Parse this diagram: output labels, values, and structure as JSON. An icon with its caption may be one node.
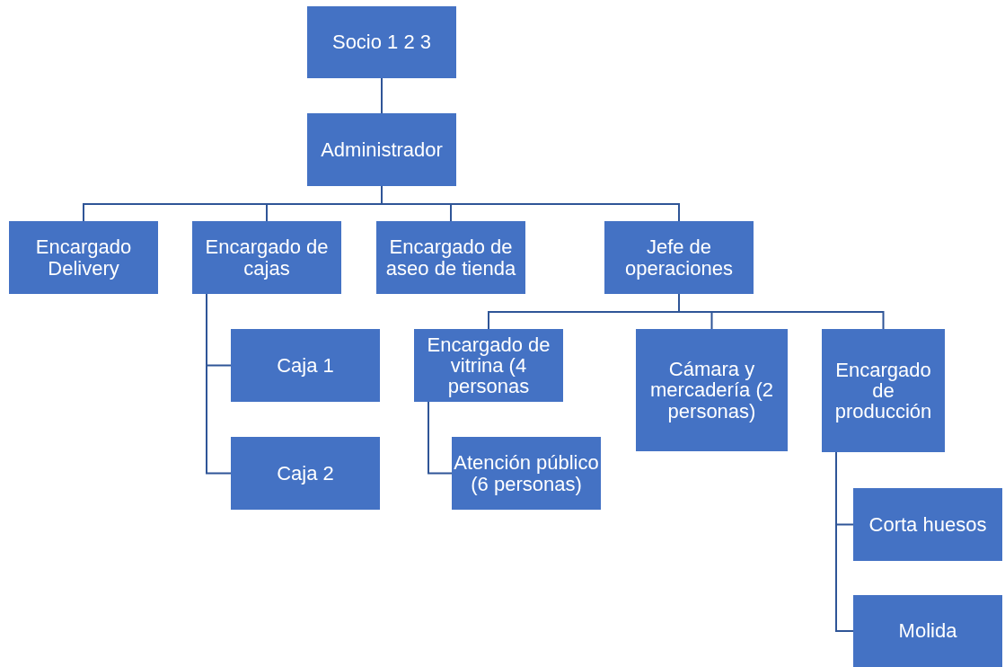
{
  "diagram": {
    "nodes": [
      {
        "text": [
          "Socio 1 2 3"
        ]
      },
      {
        "text": [
          "Administrador"
        ]
      },
      {
        "text": [
          "Encargado Delivery"
        ]
      },
      {
        "text": [
          "Encargado de cajas"
        ]
      },
      {
        "text": [
          "Encargado de aseo de tienda"
        ]
      },
      {
        "text": [
          "Jefe de operaciones"
        ]
      },
      {
        "text": [
          "Caja 1"
        ]
      },
      {
        "text": [
          "Caja 2"
        ]
      },
      {
        "text": [
          "Encargado de vitrina (4 personas"
        ]
      },
      {
        "text": [
          "Cámara y mercadería (2 personas)"
        ]
      },
      {
        "text": [
          "Encargado de producción"
        ]
      },
      {
        "text": [
          "Atención público (6 personas)"
        ]
      },
      {
        "text": [
          "Corta huesos"
        ]
      },
      {
        "text": [
          "Molida"
        ]
      }
    ],
    "edges": [
      {
        "from": 0,
        "to": 1,
        "arrow": "none"
      },
      {
        "from": 1,
        "to": 2,
        "arrow": "none"
      },
      {
        "from": 1,
        "to": 3,
        "arrow": "none"
      },
      {
        "from": 1,
        "to": 4,
        "arrow": "none"
      },
      {
        "from": 1,
        "to": 5,
        "arrow": "none"
      },
      {
        "from": 3,
        "to": 6,
        "arrow": "none"
      },
      {
        "from": 3,
        "to": 7,
        "arrow": "none"
      },
      {
        "from": 5,
        "to": 8,
        "arrow": "none"
      },
      {
        "from": 5,
        "to": 9,
        "arrow": "none"
      },
      {
        "from": 5,
        "to": 10,
        "arrow": "none"
      },
      {
        "from": 8,
        "to": 11,
        "arrow": "none"
      },
      {
        "from": 10,
        "to": 12,
        "arrow": "none"
      },
      {
        "from": 10,
        "to": 13,
        "arrow": "none"
      }
    ]
  }
}
